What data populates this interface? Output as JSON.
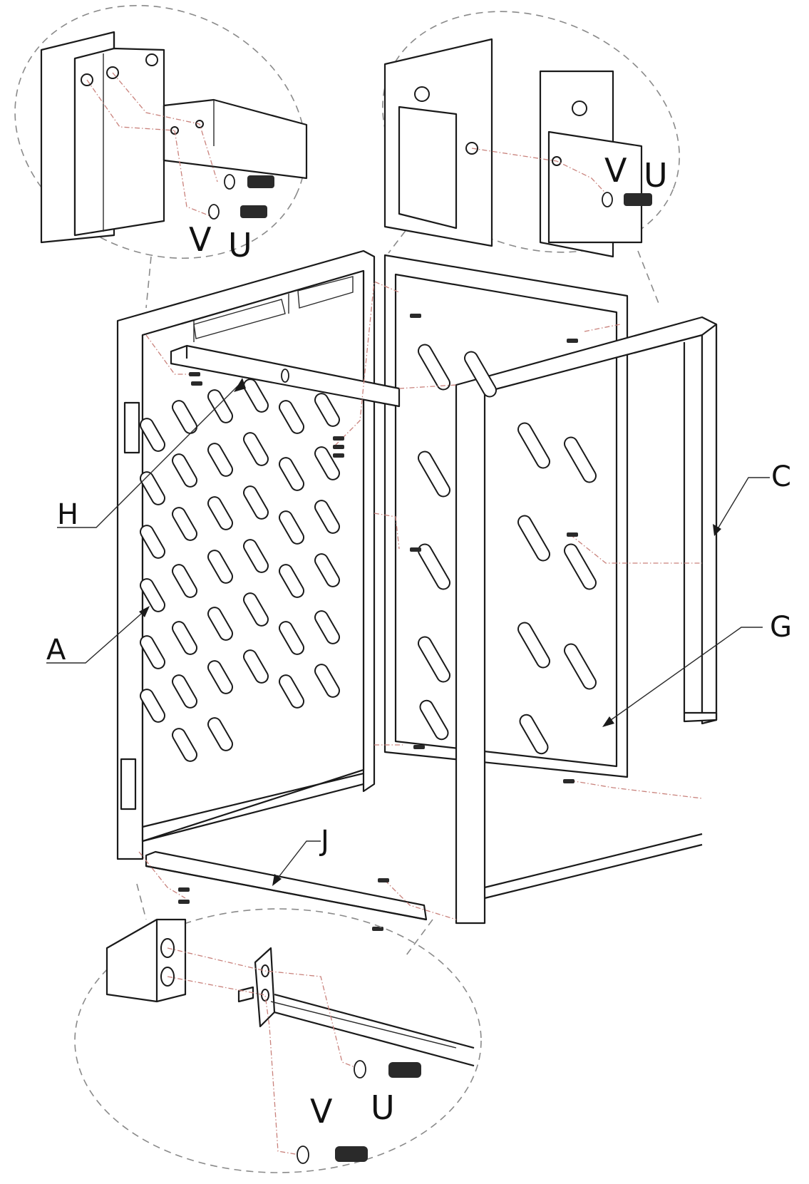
{
  "parts": {
    "A": "A",
    "C": "C",
    "G": "G",
    "H": "H",
    "J": "J"
  },
  "hardware": {
    "washer": "V",
    "screw": "U"
  },
  "colors": {
    "line": "#1a1a1a",
    "guide": "#c9827c",
    "callout": "#8a8a8a"
  }
}
